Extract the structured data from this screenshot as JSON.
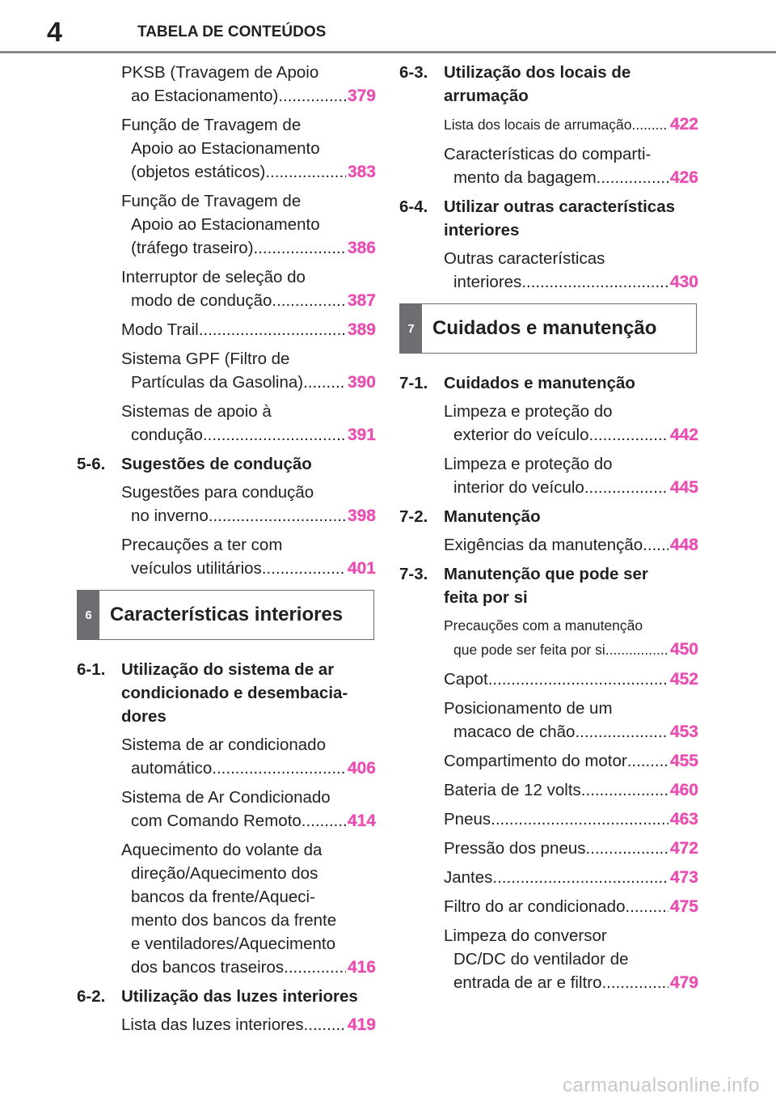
{
  "header": {
    "page_number": "4",
    "title": "TABELA DE CONTEÚDOS"
  },
  "left": {
    "entries1": [
      {
        "lines": [
          "PKSB (Travagem de Apoio",
          "ao Estacionamento)"
        ],
        "dots": "..........",
        "page": "379"
      },
      {
        "lines": [
          "Função de Travagem de",
          "Apoio ao Estacionamento",
          "(objetos estáticos) "
        ],
        "page": "383"
      },
      {
        "lines": [
          "Função de Travagem de",
          "Apoio ao Estacionamento",
          "(tráfego traseiro) "
        ],
        "page": "386"
      },
      {
        "lines": [
          "Interruptor de seleção do",
          "modo de condução "
        ],
        "page": "387"
      },
      {
        "lines": [
          "Modo Trail "
        ],
        "page": "389"
      },
      {
        "lines": [
          "Sistema GPF (Filtro de",
          "Partículas da Gasolina) "
        ],
        "page": "390"
      },
      {
        "lines": [
          "Sistemas de apoio à",
          "condução "
        ],
        "page": "391"
      }
    ],
    "sub_5_6": {
      "num": "5-6.",
      "title": "Sugestões de condução"
    },
    "entries2": [
      {
        "lines": [
          "Sugestões para condução",
          "no inverno "
        ],
        "page": "398"
      },
      {
        "lines": [
          "Precauções a ter com",
          "veículos utilitários "
        ],
        "page": "401"
      }
    ],
    "section6": {
      "num": "6",
      "title": "Características interiores"
    },
    "sub_6_1": {
      "num": "6-1.",
      "lines": [
        "Utilização do sistema de ar",
        "condicionado e desembacia-",
        "dores"
      ]
    },
    "entries3": [
      {
        "lines": [
          "Sistema de ar condicionado",
          "automático "
        ],
        "page": "406"
      },
      {
        "lines": [
          "Sistema de Ar Condicionado",
          "com Comando Remoto"
        ],
        "page": "414"
      },
      {
        "lines": [
          "Aquecimento do volante da",
          "direção/Aquecimento dos",
          "bancos da frente/Aqueci-",
          "mento dos bancos da frente",
          "e ventiladores/Aquecimento",
          "dos bancos traseiros "
        ],
        "page": "416"
      }
    ],
    "sub_6_2": {
      "num": "6-2.",
      "title": "Utilização das luzes interiores"
    },
    "entries4": [
      {
        "lines": [
          "Lista das luzes interiores "
        ],
        "page": "419"
      }
    ]
  },
  "right": {
    "sub_6_3": {
      "num": "6-3.",
      "lines": [
        "Utilização dos locais de",
        "arrumação"
      ]
    },
    "entries1": [
      {
        "lines": [
          "Lista dos locais de arrumação"
        ],
        "page": "422",
        "small": true
      },
      {
        "lines": [
          "Características do comparti-",
          "mento da bagagem"
        ],
        "page": "426"
      }
    ],
    "sub_6_4": {
      "num": "6-4.",
      "lines": [
        "Utilizar outras características",
        "interiores"
      ]
    },
    "entries2": [
      {
        "lines": [
          "Outras características",
          "interiores"
        ],
        "page": "430"
      }
    ],
    "section7": {
      "num": "7",
      "title": "Cuidados e manutenção"
    },
    "sub_7_1": {
      "num": "7-1.",
      "title": "Cuidados e manutenção"
    },
    "entries3": [
      {
        "lines": [
          "Limpeza e proteção do",
          "exterior do veículo "
        ],
        "page": "442"
      },
      {
        "lines": [
          "Limpeza e proteção do",
          "interior do veículo "
        ],
        "page": "445"
      }
    ],
    "sub_7_2": {
      "num": "7-2.",
      "title": "Manutenção"
    },
    "entries4": [
      {
        "lines": [
          "Exigências da manutenção"
        ],
        "page": "448"
      }
    ],
    "sub_7_3": {
      "num": "7-3.",
      "lines": [
        "Manutenção que pode ser",
        "feita por si"
      ]
    },
    "entries5": [
      {
        "lines": [
          "Precauções com a manutenção",
          "que pode ser feita por si "
        ],
        "page": "450",
        "small": true
      },
      {
        "lines": [
          "Capot "
        ],
        "page": "452"
      },
      {
        "lines": [
          "Posicionamento de um",
          "macaco de chão "
        ],
        "page": "453"
      },
      {
        "lines": [
          "Compartimento do motor "
        ],
        "page": "455"
      },
      {
        "lines": [
          "Bateria de 12 volts "
        ],
        "page": "460"
      },
      {
        "lines": [
          "Pneus"
        ],
        "page": "463"
      },
      {
        "lines": [
          "Pressão dos pneus "
        ],
        "page": "472"
      },
      {
        "lines": [
          "Jantes "
        ],
        "page": "473"
      },
      {
        "lines": [
          "Filtro do ar condicionado "
        ],
        "page": "475"
      },
      {
        "lines": [
          "Limpeza do conversor",
          "DC/DC do ventilador de",
          "entrada de ar e filtro "
        ],
        "page": "479"
      }
    ]
  },
  "watermark": "carmanualsonline.info"
}
